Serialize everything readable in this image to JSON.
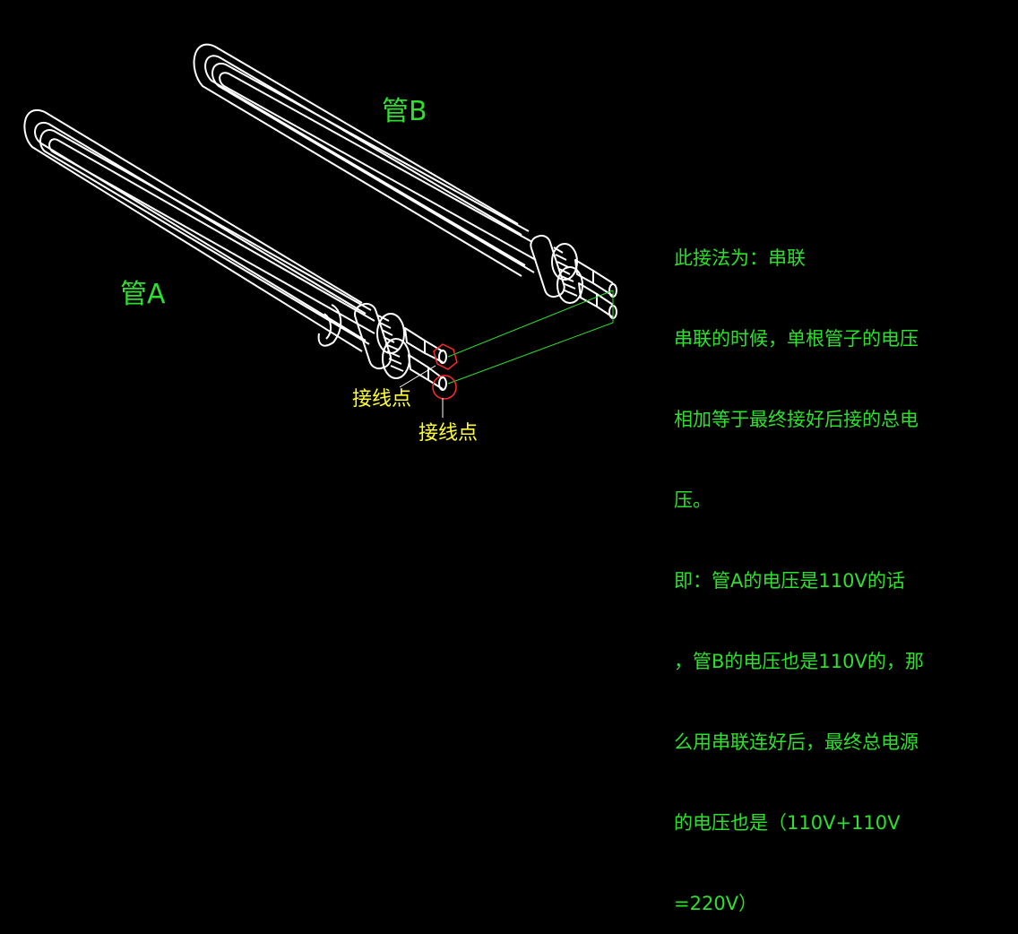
{
  "labels": {
    "tube_a": "管A",
    "tube_b": "管B",
    "terminal_1": "接线点",
    "terminal_2": "接线点"
  },
  "note_lines": [
    "此接法为：串联",
    "串联的时候，单根管子的电压",
    "相加等于最终接好后接的总电",
    "压。",
    "即：管A的电压是110V的话",
    "，管B的电压也是110V的，那",
    "么用串联连好后，最终总电源",
    "的电压也是（110V+110V",
    "=220V）"
  ],
  "colors": {
    "background": "#000000",
    "heater_lines": "#ffffff",
    "tube_labels": "#2de02d",
    "terminal_labels": "#ffff33",
    "connection_wire": "#2de02d",
    "terminal_marker": "#ff2a2a",
    "note_text": "#2de02d"
  }
}
